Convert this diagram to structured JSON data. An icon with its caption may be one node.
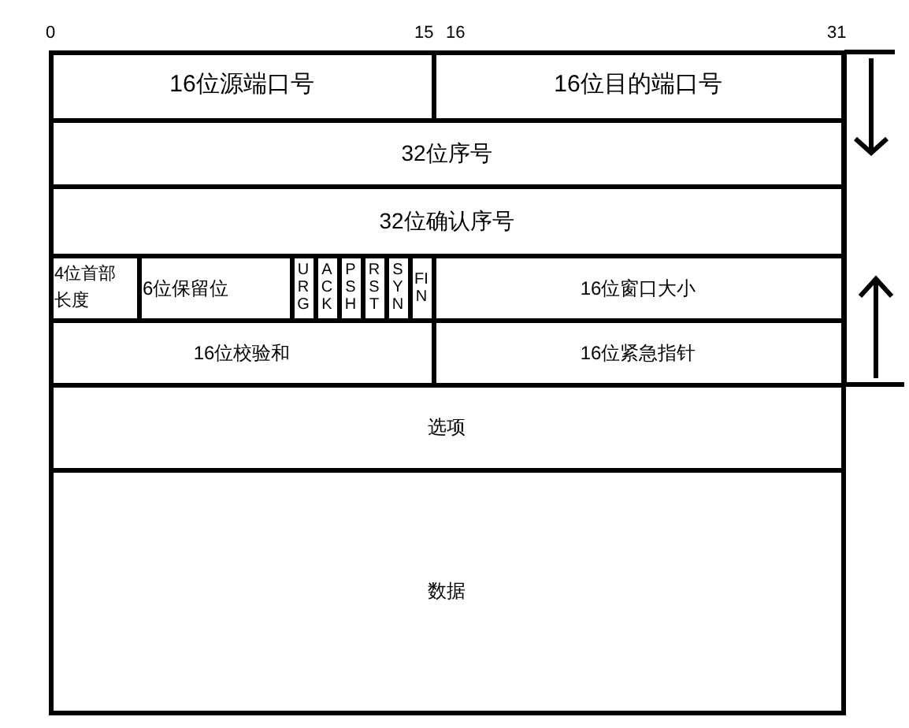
{
  "diagram": {
    "nodes": [
      {
        "text": [
          "16位源端口号"
        ]
      },
      {
        "text": [
          "16位目的端口号"
        ]
      },
      {
        "text": [
          "32位序号"
        ]
      },
      {
        "text": [
          "32位确认序号"
        ]
      },
      {
        "text": [
          "4位首部长度"
        ]
      },
      {
        "text": [
          "6位保留位"
        ]
      },
      {
        "text": [
          "URG"
        ]
      },
      {
        "text": [
          "ACK"
        ]
      },
      {
        "text": [
          "PSH"
        ]
      },
      {
        "text": [
          "RST"
        ]
      },
      {
        "text": [
          "SYN"
        ]
      },
      {
        "text": [
          "FIN"
        ]
      },
      {
        "text": [
          "16位窗口大小"
        ]
      },
      {
        "text": [
          "16位校验和"
        ]
      },
      {
        "text": [
          "16位紧急指针"
        ]
      },
      {
        "text": [
          "选项"
        ]
      },
      {
        "text": [
          "数据"
        ]
      }
    ],
    "edges": [],
    "labels": [
      "0",
      "15",
      "16",
      "31"
    ]
  }
}
